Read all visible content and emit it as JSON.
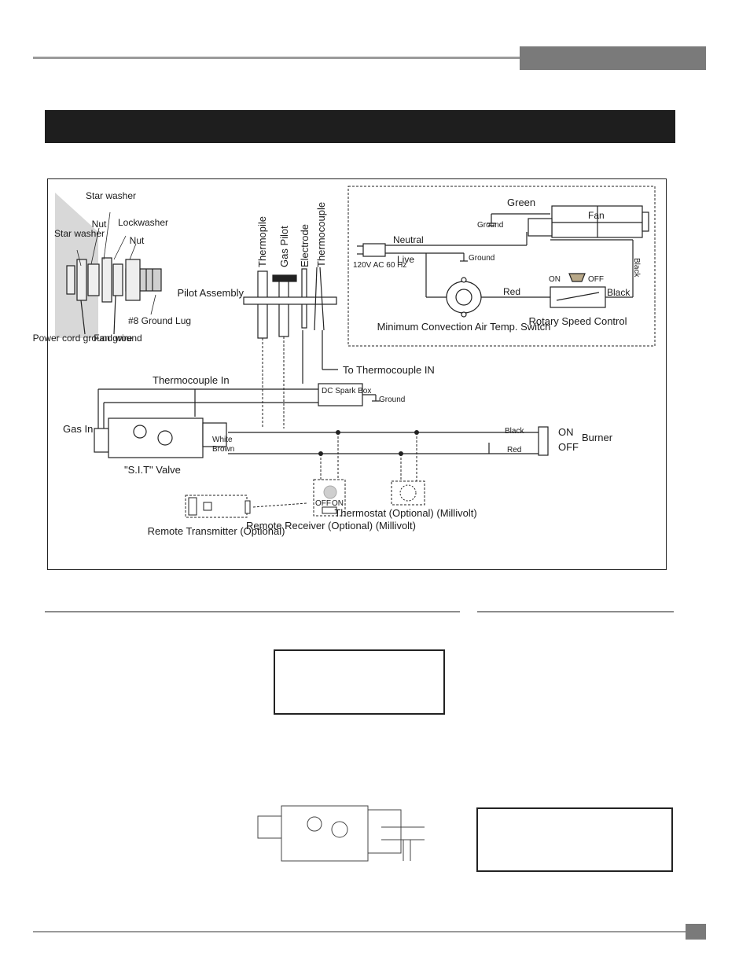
{
  "diagram": {
    "hardware": {
      "star_washer_1": "Star washer",
      "star_washer_2": "Star washer",
      "nut_1": "Nut",
      "nut_2": "Nut",
      "lockwasher": "Lockwasher",
      "ground_lug": "#8 Ground Lug",
      "power_cord_ground": "Power cord ground wire",
      "fan_ground": "Fan ground"
    },
    "pilot": {
      "thermopile": "Thermopile",
      "gas_pilot": "Gas Pilot",
      "electrode": "Electrode",
      "thermocouple": "Thermocouple",
      "assembly": "Pilot Assembly",
      "to_thermocouple": "To Thermocouple IN",
      "thermocouple_in": "Thermocouple In"
    },
    "fan_circuit": {
      "green": "Green",
      "ground_fan": "Ground",
      "fan": "Fan",
      "neutral": "Neutral",
      "ground": "Ground",
      "plug_rating": "120V AC 60 Hz",
      "live": "Live",
      "black_vertical": "Black",
      "on": "ON",
      "off": "OFF",
      "red": "Red",
      "black": "Black",
      "min_convection": "Minimum Convection Air Temp. Switch",
      "rotary_speed": "Rotary Speed Control"
    },
    "valve_circuit": {
      "spark_box": "DC Spark Box",
      "spark_ground": "Ground",
      "gas_in": "Gas In",
      "white": "White",
      "brown": "Brown",
      "sit_valve": "\"S.I.T\" Valve",
      "black": "Black",
      "red": "Red",
      "on": "ON",
      "off": "OFF",
      "burner": "Burner",
      "remote_transmitter": "Remote Transmitter (Optional)",
      "receiver_off": "OFF",
      "receiver_on": "ON",
      "remote_receiver": "Remote Receiver (Optional) (Millivolt)",
      "thermostat": "Thermostat (Optional) (Millivolt)"
    }
  }
}
